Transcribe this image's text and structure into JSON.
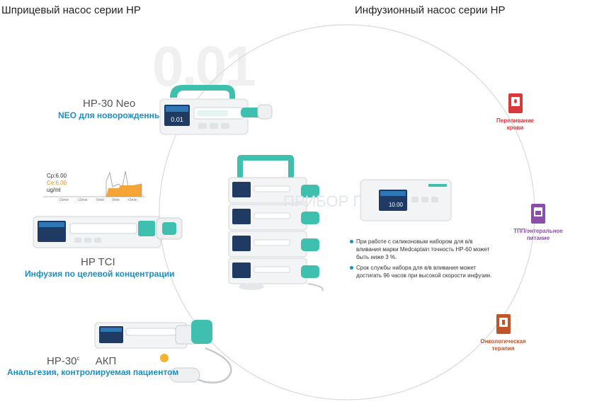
{
  "left_title": "Шприцевый насос серии HP",
  "right_title": "Инфузионный насос серии HP",
  "watermark": "0.01",
  "products": {
    "neo": {
      "model": "HP-30 Neo",
      "desc": "NEO для новорожденных"
    },
    "tci": {
      "model": "HP TCI",
      "desc": "Инфузия по целевой концентрации"
    },
    "pca": {
      "model": "HP-30",
      "model_sup": "c",
      "model_suffix": "АКП",
      "desc": "Анальгезия, контролируемая пациентом"
    }
  },
  "tci_chart": {
    "cp_label": "Cp:6.00",
    "ce_label": "Ce:6.00",
    "unit": "ug/ml",
    "ticks": [
      "-15min",
      "-10min",
      "-5min",
      "0min",
      "+5min"
    ]
  },
  "center_watermark": "ПРИБОР П",
  "notes": [
    "При работе с силиконовым набором для в/в вливания марки Medcaptain точность HP-60 может быть ниже 3 %.",
    "Срок службы набора для в/в вливания может достигать 96 часов при высокой скорости инфузии."
  ],
  "categories": [
    {
      "label": "Переливание крови",
      "color": "#d9383a",
      "icon": "blood-bag-icon"
    },
    {
      "label": "ТПП/энтеральное питание",
      "color": "#8a4fa8",
      "icon": "nutrition-bag-icon"
    },
    {
      "label": "Онкологическая терапия",
      "color": "#c0542a",
      "icon": "chemo-bag-icon"
    }
  ],
  "screen_values": {
    "neo": "0.01",
    "infusion": "10.00"
  },
  "colors": {
    "accent_teal": "#3fbfae",
    "title_blue": "#1a8fc4"
  }
}
